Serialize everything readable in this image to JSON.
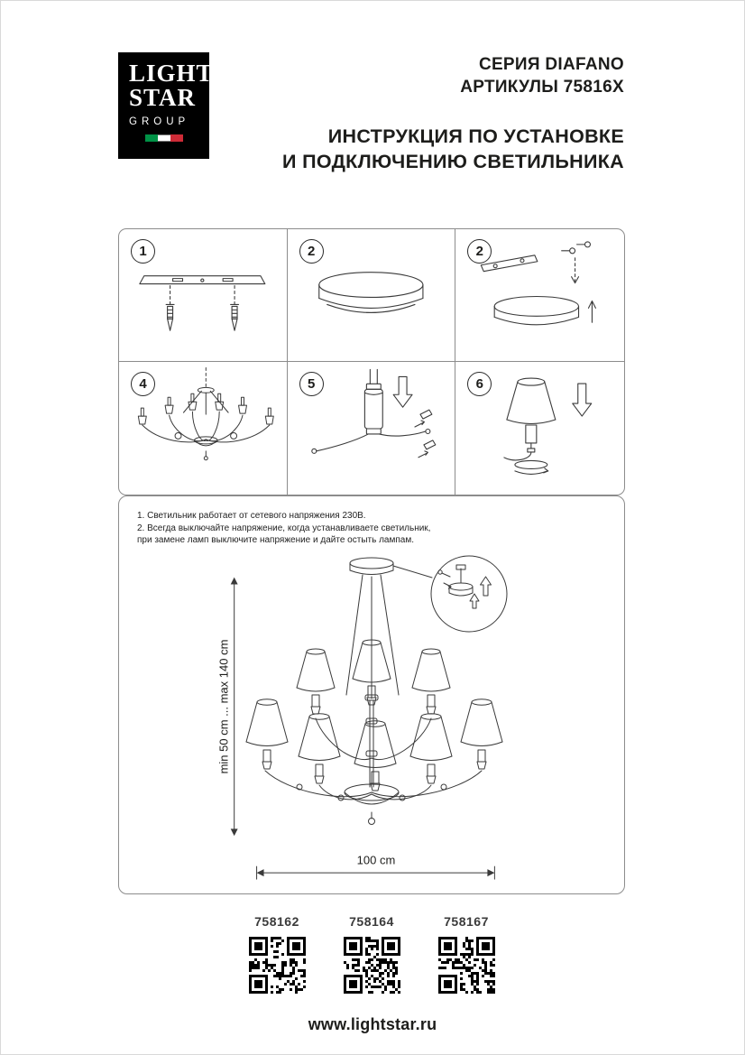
{
  "header": {
    "logo": {
      "line1": "LIGHT",
      "line2": "STAR",
      "line3": "GROUP"
    },
    "series_line1": "СЕРИЯ DIAFANO",
    "series_line2": "АРТИКУЛЫ 75816X",
    "title_line1": "ИНСТРУКЦИЯ ПО УСТАНОВКЕ",
    "title_line2": "И ПОДКЛЮЧЕНИЮ СВЕТИЛЬНИКА"
  },
  "steps": [
    {
      "number": "1"
    },
    {
      "number": "2"
    },
    {
      "number": "2"
    },
    {
      "number": "4"
    },
    {
      "number": "5"
    },
    {
      "number": "6"
    }
  ],
  "notes": {
    "line1": "1. Светильник работает от сетевого напряжения 230В.",
    "line2": "2. Всегда выключайте напряжение, когда устанавливаете светильник,",
    "line3": "при замене ламп выключите напряжение и дайте остыть лампам."
  },
  "dimensions": {
    "height_label": "min 50 cm ... max 140 cm",
    "width_label": "100 cm"
  },
  "products": [
    {
      "code": "758162"
    },
    {
      "code": "758164"
    },
    {
      "code": "758167"
    }
  ],
  "footer": {
    "website": "www.lightstar.ru"
  },
  "colors": {
    "logo_bg": "#000000",
    "flag_green": "#009246",
    "flag_red": "#ce2b37",
    "line_gray": "#8c8c8c",
    "ink": "#1d1d1b"
  }
}
